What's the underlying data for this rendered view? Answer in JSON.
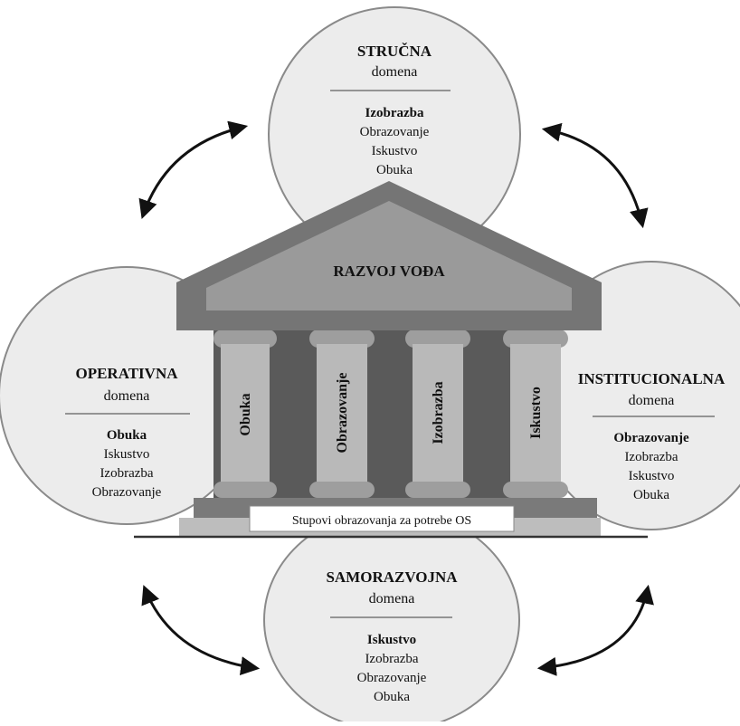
{
  "domains": {
    "top": {
      "title": "STRUČNA",
      "subtitle": "domena",
      "primary": "Izobrazba",
      "items": [
        "Obrazovanje",
        "Iskustvo",
        "Obuka"
      ]
    },
    "left": {
      "title": "OPERATIVNA",
      "subtitle": "domena",
      "primary": "Obuka",
      "items": [
        "Iskustvo",
        "Izobrazba",
        "Obrazovanje"
      ]
    },
    "right": {
      "title": "INSTITUCIONALNA",
      "subtitle": "domena",
      "primary": "Obrazovanje",
      "items": [
        "Izobrazba",
        "Iskustvo",
        "Obuka"
      ]
    },
    "bottom": {
      "title": "SAMORAZVOJNA",
      "subtitle": "domena",
      "primary": "Iskustvo",
      "items": [
        "Izobrazba",
        "Obrazovanje",
        "Obuka"
      ]
    }
  },
  "temple": {
    "roof_label": "RAZVOJ VOĐA",
    "pillars": [
      "Obuka",
      "Obrazovanje",
      "Izobrazba",
      "Iskustvo"
    ],
    "base_label": "Stupovi obrazovanja za potrebe OS"
  },
  "colors": {
    "circle_fill": "#ececec",
    "circle_stroke": "#8a8a8a",
    "roof_outer": "#757575",
    "roof_inner": "#9a9a9a",
    "pillar": "#b9b9b9",
    "pillar_cap": "#9e9e9e",
    "temple_wall": "#5a5a5a",
    "step_dark": "#7a7a7a",
    "step_light": "#bdbdbd",
    "arrow": "#111111"
  }
}
